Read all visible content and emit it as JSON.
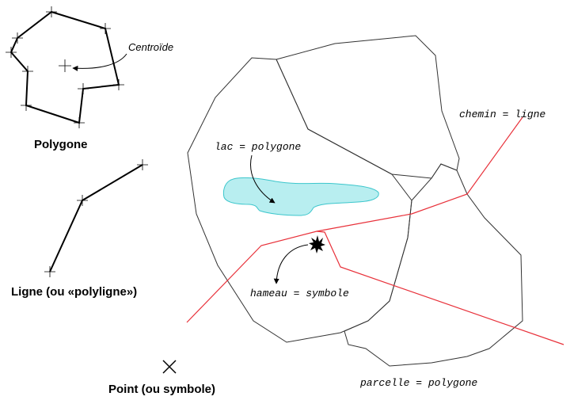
{
  "labels": {
    "centroid": "Centroïde",
    "polygon": "Polygone",
    "line": "Ligne (ou «polyligne»)",
    "point": "Point (ou symbole)",
    "lake": "lac = polygone",
    "path": "chemin = ligne",
    "hamlet": "hameau = symbole",
    "parcel": "parcelle = polygone"
  },
  "colors": {
    "ink": "#000000",
    "road": "#e8313a",
    "lake_fill": "#b8eef0",
    "lake_stroke": "#3cc6cc",
    "parcel": "#333333"
  }
}
